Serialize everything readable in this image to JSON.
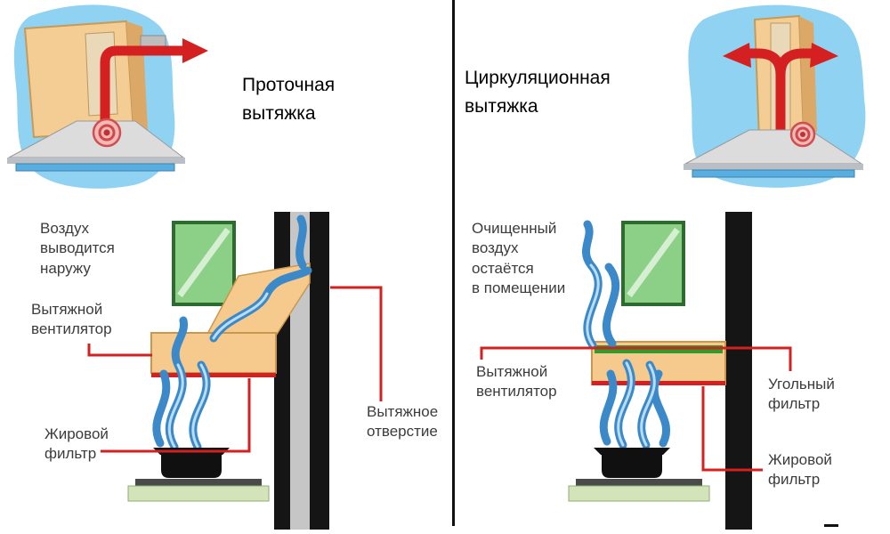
{
  "left": {
    "title": "Проточная\nвытяжка",
    "labels": {
      "air_out": "Воздух\nвыводится\nнаружу",
      "fan": "Вытяжной\nвентилятор",
      "grease_filter": "Жировой\nфильтр",
      "exhaust_opening": "Вытяжное\nотверстие"
    }
  },
  "right": {
    "title": "Циркуляционная\nвытяжка",
    "labels": {
      "clean_air": "Очищенный\nвоздух\nостаётся\nв помещении",
      "fan": "Вытяжной\nвентилятор",
      "carbon_filter": "Угольный\nфильтр",
      "grease_filter": "Жировой\nфильтр"
    }
  },
  "colors": {
    "accent_red": "#d42020",
    "wood_tan": "#f6c98c",
    "smoke_blue": "#3b89c9",
    "window_green": "#8ccf86",
    "carbon_filter_green": "#2c9e2c",
    "sky_blue": "#8fd2f2",
    "column_black": "#151515",
    "duct_gray": "#c6c6c6"
  }
}
